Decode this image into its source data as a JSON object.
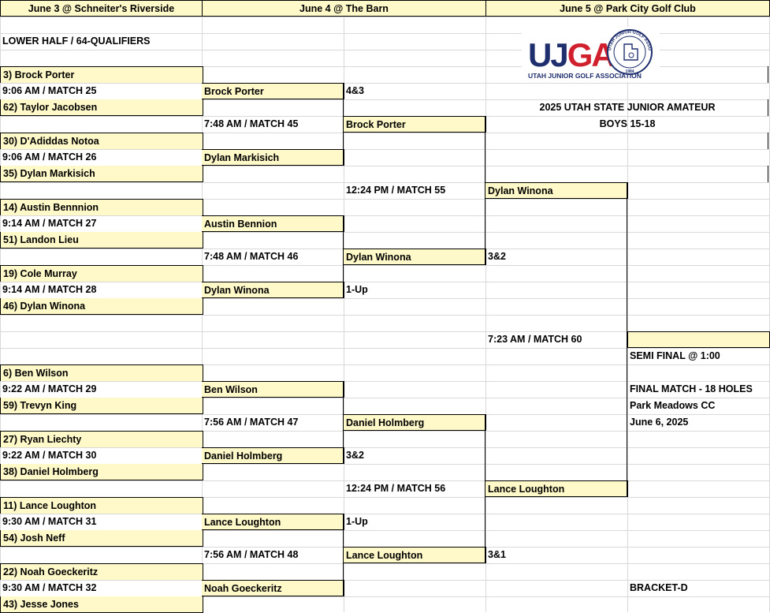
{
  "headers": {
    "day1": "June 3 @ Schneiter's Riverside",
    "day2": "June 4 @ The Barn",
    "day3": "June 5 @ Park City Golf Club"
  },
  "section_label": "LOWER HALF / 64-QUALIFIERS",
  "tournament": {
    "title": "2025 UTAH STATE JUNIOR AMATEUR",
    "division": "BOYS 15-18",
    "semi": "SEMI FINAL @ 1:00",
    "final": "FINAL MATCH - 18 HOLES",
    "venue": "Park Meadows CC",
    "date": "June 6, 2025",
    "bracket": "BRACKET-D"
  },
  "logo": {
    "letters": "UJGA",
    "tagline": "UTAH JUNIOR GOLF ASSOCIATION",
    "seal_text": "UTAH JUNIOR GOLF ASSOCIATION",
    "seal_year": "1984",
    "colors": {
      "navy": "#1f2f6e",
      "red": "#d0202e"
    }
  },
  "round1": [
    {
      "seed_a": "3) Brock Porter",
      "time": "9:06 AM / MATCH 25",
      "seed_b": "62) Taylor Jacobsen",
      "winner": "Brock Porter"
    },
    {
      "seed_a": "30) D'Adiddas Notoa",
      "time": "9:06 AM / MATCH 26",
      "seed_b": "35) Dylan Markisich",
      "winner": "Dylan Markisich"
    },
    {
      "seed_a": "14)  Austin Bennnion",
      "time": "9:14 AM / MATCH 27",
      "seed_b": "51) Landon Lieu",
      "winner": "Austin Bennion"
    },
    {
      "seed_a": "19) Cole Murray",
      "time": "9:14 AM / MATCH 28",
      "seed_b": "46) Dylan Winona",
      "winner": "Dylan Winona"
    },
    {
      "seed_a": "6)  Ben Wilson",
      "time": "9:22 AM / MATCH 29",
      "seed_b": "59)  Trevyn King",
      "winner": "Ben Wilson"
    },
    {
      "seed_a": "27) Ryan Liechty",
      "time": "9:22 AM / MATCH 30",
      "seed_b": "38)  Daniel Holmberg",
      "winner": "Daniel Holmberg"
    },
    {
      "seed_a": "11)  Lance Loughton",
      "time": "9:30 AM / MATCH 31",
      "seed_b": "54)  Josh Neff",
      "winner": "Lance Loughton"
    },
    {
      "seed_a": "22) Noah Goeckeritz",
      "time": "9:30 AM / MATCH 32",
      "seed_b": "43) Jesse Jones",
      "winner": "Noah Goeckeritz"
    }
  ],
  "round2": [
    {
      "time": "7:48 AM / MATCH 45",
      "winner": "Brock Porter",
      "score_top": "4&3",
      "score_bottom": ""
    },
    {
      "time": "7:48 AM / MATCH 46",
      "winner": "Dylan Winona",
      "score_top": "",
      "score_bottom": "1-Up"
    },
    {
      "time": "7:56 AM / MATCH 47",
      "winner": "Daniel Holmberg",
      "score_top": "",
      "score_bottom": "3&2"
    },
    {
      "time": "7:56 AM / MATCH 48",
      "winner": "Lance Loughton",
      "score_top": "1-Up",
      "score_bottom": ""
    }
  ],
  "round3": [
    {
      "time": "12:24 PM / MATCH 55",
      "winner": "Dylan Winona",
      "score": "3&2"
    },
    {
      "time": "12:24 PM / MATCH 56",
      "winner": "Lance Loughton",
      "score": "3&1"
    }
  ],
  "round4": {
    "time": "7:23 AM / MATCH 60",
    "winner": ""
  }
}
